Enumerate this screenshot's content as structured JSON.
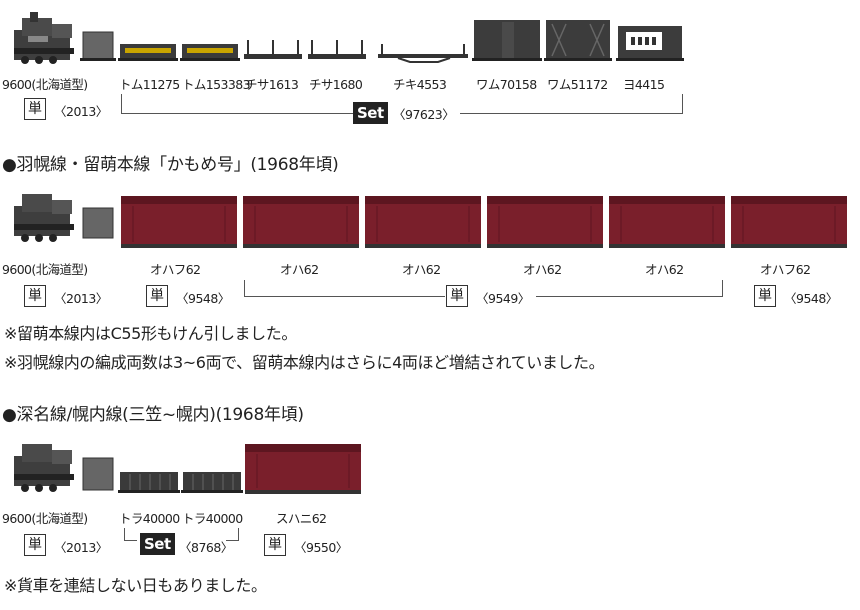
{
  "colors": {
    "car_body": "#7a1f2b",
    "car_dark": "#5d1620",
    "loco": "#444444",
    "text": "#222222"
  },
  "formation1": {
    "labels": [
      "9600(北海道型)",
      "トム11275",
      "トム153383",
      "チサ1613",
      "チサ1680",
      "チキ4553",
      "ワム70158",
      "ワム51172",
      "ヨ4415"
    ],
    "single_label": "単",
    "single_code": "〈2013〉",
    "set_label": "Set",
    "set_code": "〈97623〉"
  },
  "section2": {
    "heading": "●羽幌線・留萌本線「かもめ号」(1968年頃)",
    "labels": [
      "9600(北海道型)",
      "オハフ62",
      "オハ62",
      "オハ62",
      "オハ62",
      "オハ62",
      "オハフ62"
    ],
    "single_label": "単",
    "codes": [
      "〈2013〉",
      "〈9548〉",
      "〈9549〉",
      "〈9548〉"
    ],
    "notes": [
      "※留萌本線内はC55形もけん引しました。",
      "※羽幌線内の編成両数は3~6両で、留萌本線内はさらに4両ほど増結されていました。"
    ]
  },
  "section3": {
    "heading": "●深名線/幌内線(三笠~幌内)(1968年頃)",
    "labels": [
      "9600(北海道型)",
      "トラ40000",
      "トラ40000",
      "スハニ62"
    ],
    "single_label": "単",
    "set_label": "Set",
    "codes": [
      "〈2013〉",
      "〈8768〉",
      "〈9550〉"
    ],
    "note": "※貨車を連結しない日もありました。"
  }
}
